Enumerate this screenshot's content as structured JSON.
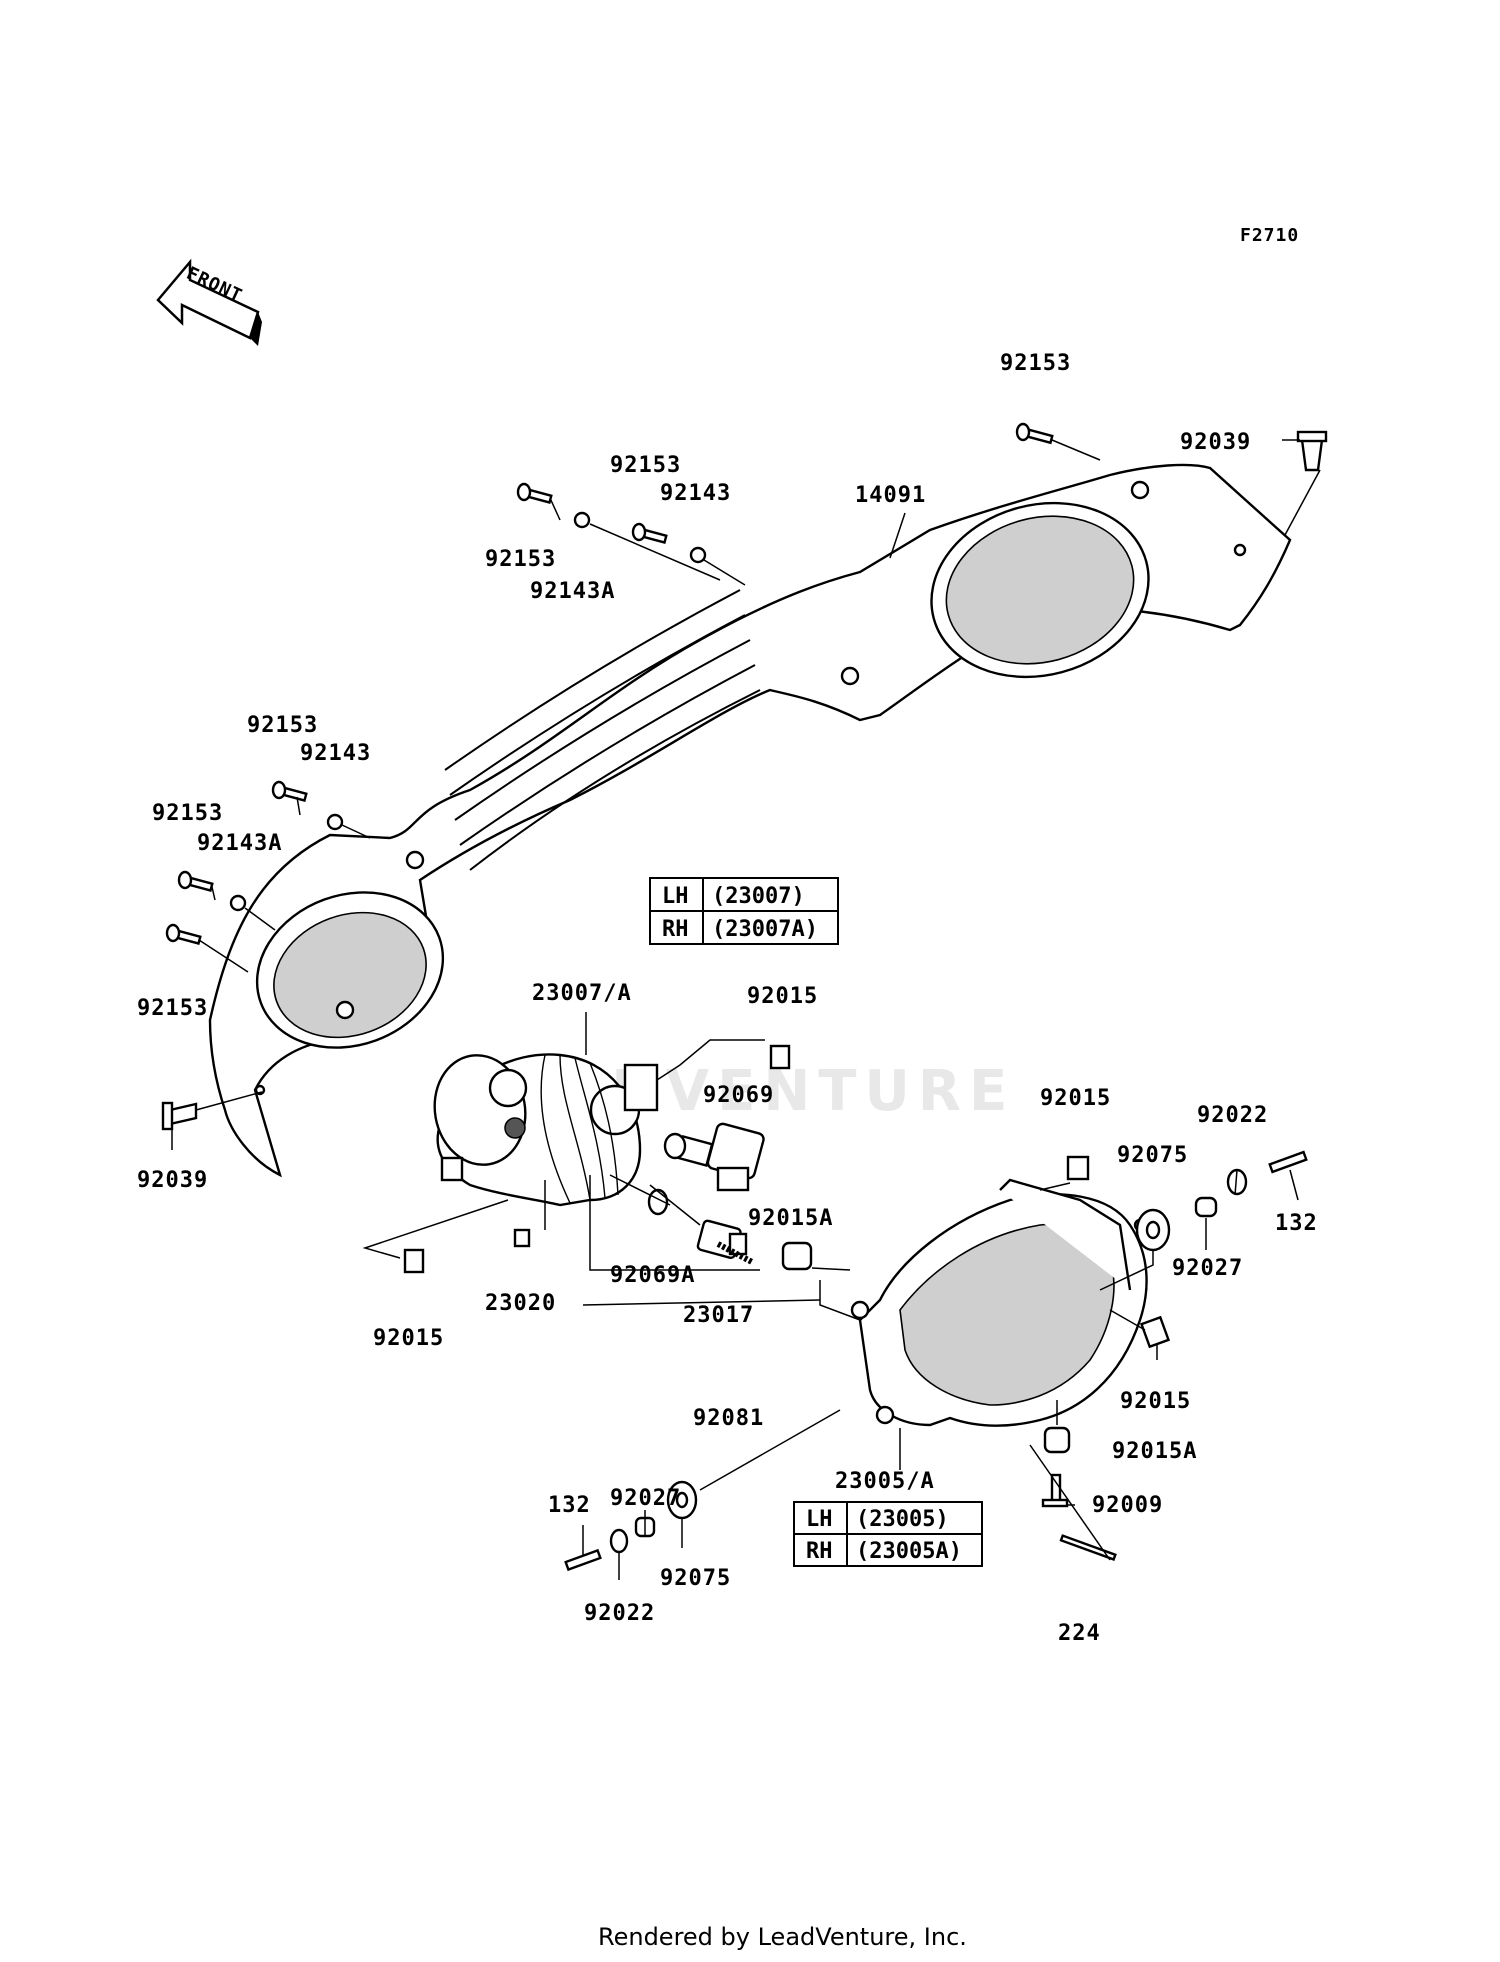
{
  "figure_code": "F2710",
  "front_arrow_text": "FRONT",
  "watermark": "LEADVENTURE",
  "footer": "Rendered by LeadVenture, Inc.",
  "tables": {
    "headlight_housing": {
      "rows": [
        {
          "side": "LH",
          "part": "(23007)"
        },
        {
          "side": "RH",
          "part": "(23007A)"
        }
      ]
    },
    "headlight_body": {
      "rows": [
        {
          "side": "LH",
          "part": "(23005)"
        },
        {
          "side": "RH",
          "part": "(23005A)"
        }
      ]
    }
  },
  "callouts": [
    {
      "id": "92153",
      "label": "92153"
    },
    {
      "id": "92039",
      "label": "92039"
    },
    {
      "id": "92153",
      "label": "92153"
    },
    {
      "id": "92143",
      "label": "92143"
    },
    {
      "id": "14091",
      "label": "14091"
    },
    {
      "id": "92153",
      "label": "92153"
    },
    {
      "id": "92143A",
      "label": "92143A"
    },
    {
      "id": "92153",
      "label": "92153"
    },
    {
      "id": "92143",
      "label": "92143"
    },
    {
      "id": "92153",
      "label": "92153"
    },
    {
      "id": "92143A",
      "label": "92143A"
    },
    {
      "id": "92153",
      "label": "92153"
    },
    {
      "id": "92039",
      "label": "92039"
    },
    {
      "id": "23007/A",
      "label": "23007/A"
    },
    {
      "id": "92015",
      "label": "92015"
    },
    {
      "id": "92069",
      "label": "92069"
    },
    {
      "id": "92069A",
      "label": "92069A"
    },
    {
      "id": "92015A",
      "label": "92015A"
    },
    {
      "id": "23017",
      "label": "23017"
    },
    {
      "id": "23020",
      "label": "23020"
    },
    {
      "id": "92015",
      "label": "92015"
    },
    {
      "id": "92081",
      "label": "92081"
    },
    {
      "id": "92015",
      "label": "92015"
    },
    {
      "id": "92022",
      "label": "92022"
    },
    {
      "id": "92075",
      "label": "92075"
    },
    {
      "id": "132",
      "label": "132"
    },
    {
      "id": "92027",
      "label": "92027"
    },
    {
      "id": "92015",
      "label": "92015"
    },
    {
      "id": "92015A",
      "label": "92015A"
    },
    {
      "id": "92009",
      "label": "92009"
    },
    {
      "id": "23005/A",
      "label": "23005/A"
    },
    {
      "id": "224",
      "label": "224"
    },
    {
      "id": "132",
      "label": "132"
    },
    {
      "id": "92027",
      "label": "92027"
    },
    {
      "id": "92075",
      "label": "92075"
    },
    {
      "id": "92022",
      "label": "92022"
    }
  ]
}
